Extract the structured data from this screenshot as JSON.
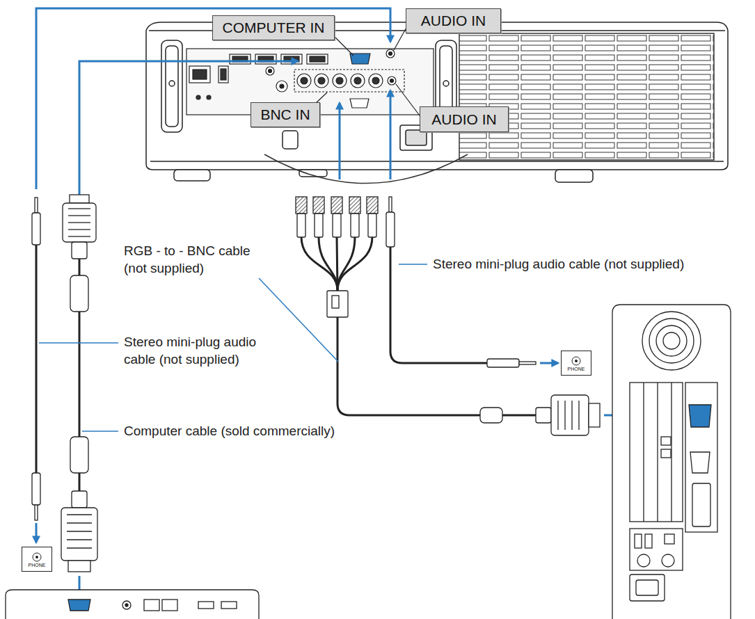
{
  "diagram": {
    "nodes": [
      {
        "text": [
          "COMPUTER IN"
        ]
      },
      {
        "text": [
          "AUDIO IN"
        ]
      },
      {
        "text": [
          "BNC IN"
        ]
      },
      {
        "text": [
          "AUDIO IN"
        ]
      },
      {
        "text": [
          "PHONE"
        ]
      },
      {
        "text": [
          "PHONE"
        ]
      }
    ],
    "labels": [
      "RGB - to - BNC cable (not supplied)",
      "Stereo mini-plug audio cable (not supplied)",
      "Stereo mini-plug audio cable (not supplied)",
      "Computer cable (sold commercially)"
    ]
  }
}
